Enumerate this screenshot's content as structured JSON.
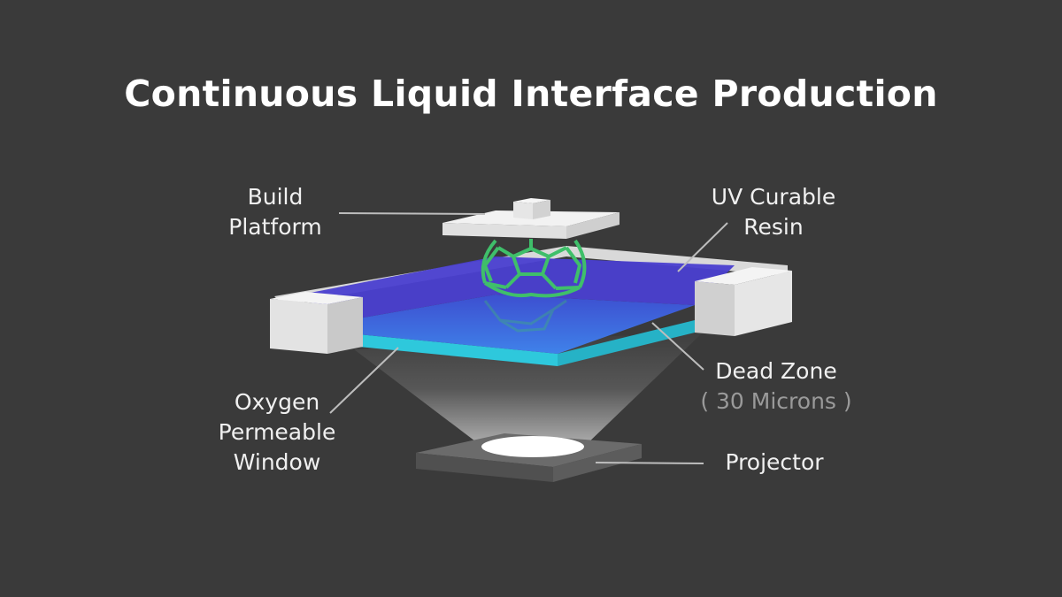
{
  "title": "Continuous Liquid Interface Production",
  "labels": {
    "build_platform": [
      "Build",
      "Platform"
    ],
    "uv_resin": [
      "UV Curable",
      "Resin"
    ],
    "dead_zone": "Dead Zone",
    "dead_zone_detail": "( 30 Microns )",
    "oxygen_window": [
      "Oxygen",
      "Permeable",
      "Window"
    ],
    "projector": "Projector"
  },
  "colors": {
    "background": "#3a3a3a",
    "resin": "#4a3fd0",
    "dead_zone": "#3f7ff0",
    "window": "#2ec8dc",
    "tray": "#e6e6e6",
    "print_object": "#3fbf6a",
    "projector": "#6a6a6a",
    "leader_line": "#bdbdbd"
  }
}
